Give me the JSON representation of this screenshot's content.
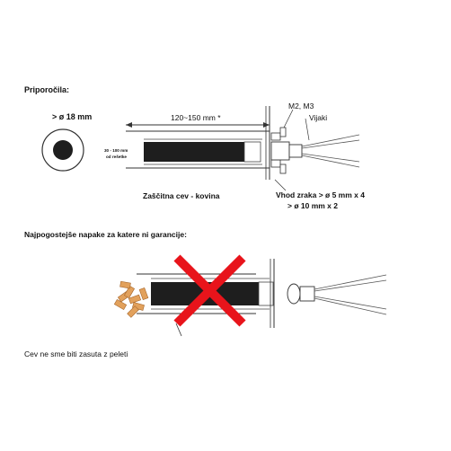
{
  "section1": {
    "heading": "Priporočila:",
    "diameter_label": "> ø 18 mm",
    "length_label": "120~150 mm *",
    "side_label_line1": "30 - 100 mm",
    "side_label_line2": "od rešetke",
    "screws_label": "M2, M3",
    "vijaki_label": "Vijaki",
    "tube_label": "Zaščitna  cev - kovina",
    "air_label_line1": "Vhod zraka   > ø 5 mm x 4",
    "air_label_line2": "> ø 10 mm x 2"
  },
  "section2": {
    "heading": "Najpogostejše napake za katere ni garancije:",
    "caption": "Cev ne sme biti zasuta z peleti"
  },
  "colors": {
    "cross": "#e8141b",
    "pellet": "#e2a15c",
    "element": "#1e1e1e"
  }
}
